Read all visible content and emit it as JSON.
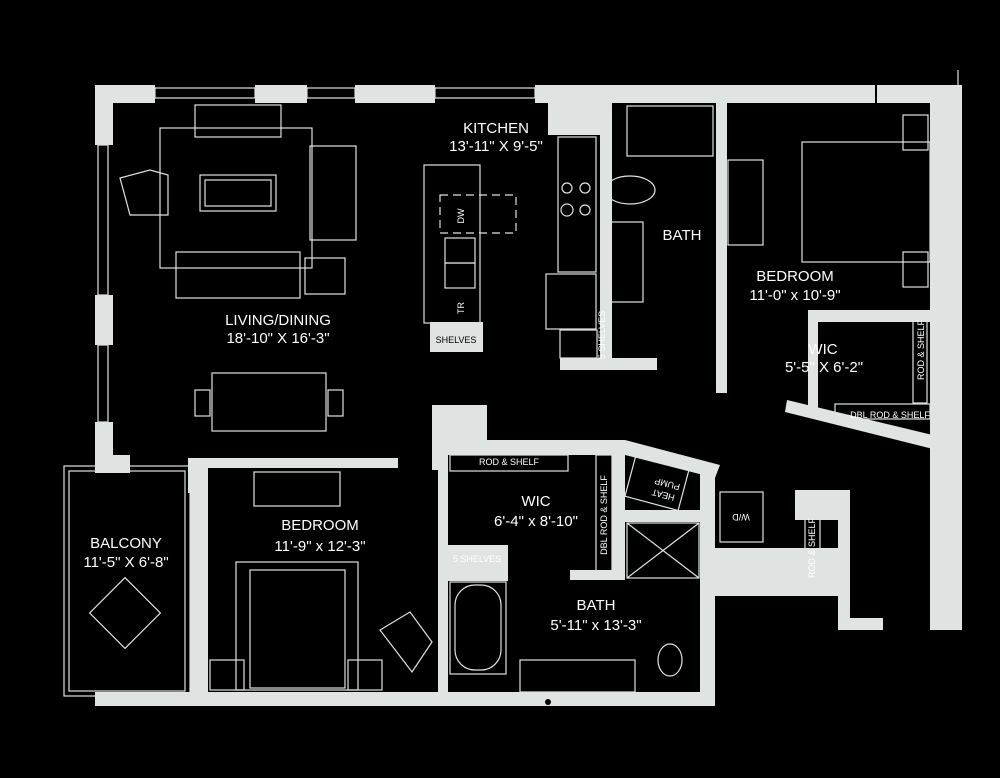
{
  "rooms": {
    "kitchen": {
      "name": "KITCHEN",
      "size": "13'-11\" X 9'-5\""
    },
    "bath1": {
      "name": "BATH"
    },
    "bedroom1": {
      "name": "BEDROOM",
      "size": "11'-0\" x 10'-9\""
    },
    "wic1": {
      "name": "WIC",
      "size": "5'-5\" X 6'-2\""
    },
    "living": {
      "name": "LIVING/DINING",
      "size": "18'-10\" X 16'-3\""
    },
    "balcony": {
      "name": "BALCONY",
      "size": "11'-5\" X 6'-8\""
    },
    "bedroom2": {
      "name": "BEDROOM",
      "size": "11'-9\" x 12'-3\""
    },
    "wic2": {
      "name": "WIC",
      "size": "6'-4\" x 8'-10\""
    },
    "bath2": {
      "name": "BATH",
      "size": "5'-11\" x 13'-3\""
    }
  },
  "fixtures": {
    "dw": "DW",
    "tr": "TR",
    "kitchen_shelves": "SHELVES",
    "bath1_shelves": "5 SHELVES",
    "wic1_rod": "ROD & SHELF",
    "wic1_dbl": "DBL ROD & SHELF",
    "wic2_rod": "ROD & SHELF",
    "wic2_dbl": "DBL ROD & SHELF",
    "wic2_shelves": "5 SHELVES",
    "heat_pump_1": "HEAT",
    "heat_pump_2": "PUMP",
    "wd": "W/D",
    "hall_rod": "ROD & SHELF"
  }
}
